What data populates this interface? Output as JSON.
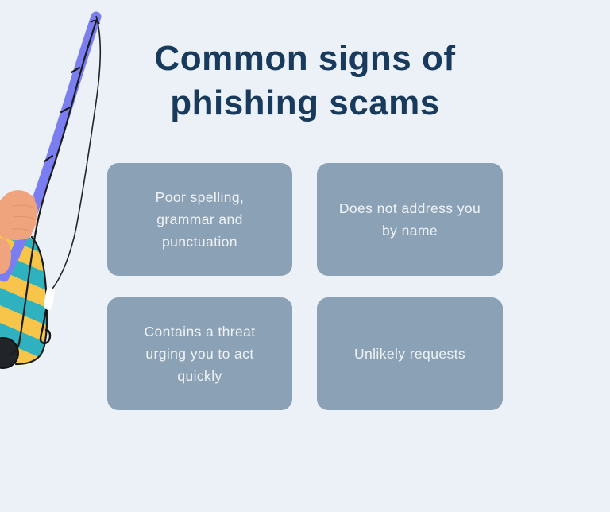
{
  "page": {
    "background_color": "#ebf1f6",
    "title": "Common signs of\nphishing scams",
    "title_color": "#183a5c"
  },
  "cards": [
    {
      "label": "Poor spelling,\ngrammar and\npunctuation"
    },
    {
      "label": "Does not address you\nby name"
    },
    {
      "label": "Contains a threat\nurging you to act\nquickly"
    },
    {
      "label": "Unlikely requests"
    }
  ],
  "card_style": {
    "background_color": "#8ba1b6",
    "text_color": "#f0f3f5"
  },
  "illustration": {
    "icon": "fishing-rod-illustration",
    "colors": {
      "rod": "#7a7ef1",
      "hand": "#efa47d",
      "sleeve_teal": "#2fb1bf",
      "sleeve_yellow": "#f7c549",
      "line": "#1c1c1c",
      "float": "#ffffff",
      "reel": "#212529"
    }
  }
}
